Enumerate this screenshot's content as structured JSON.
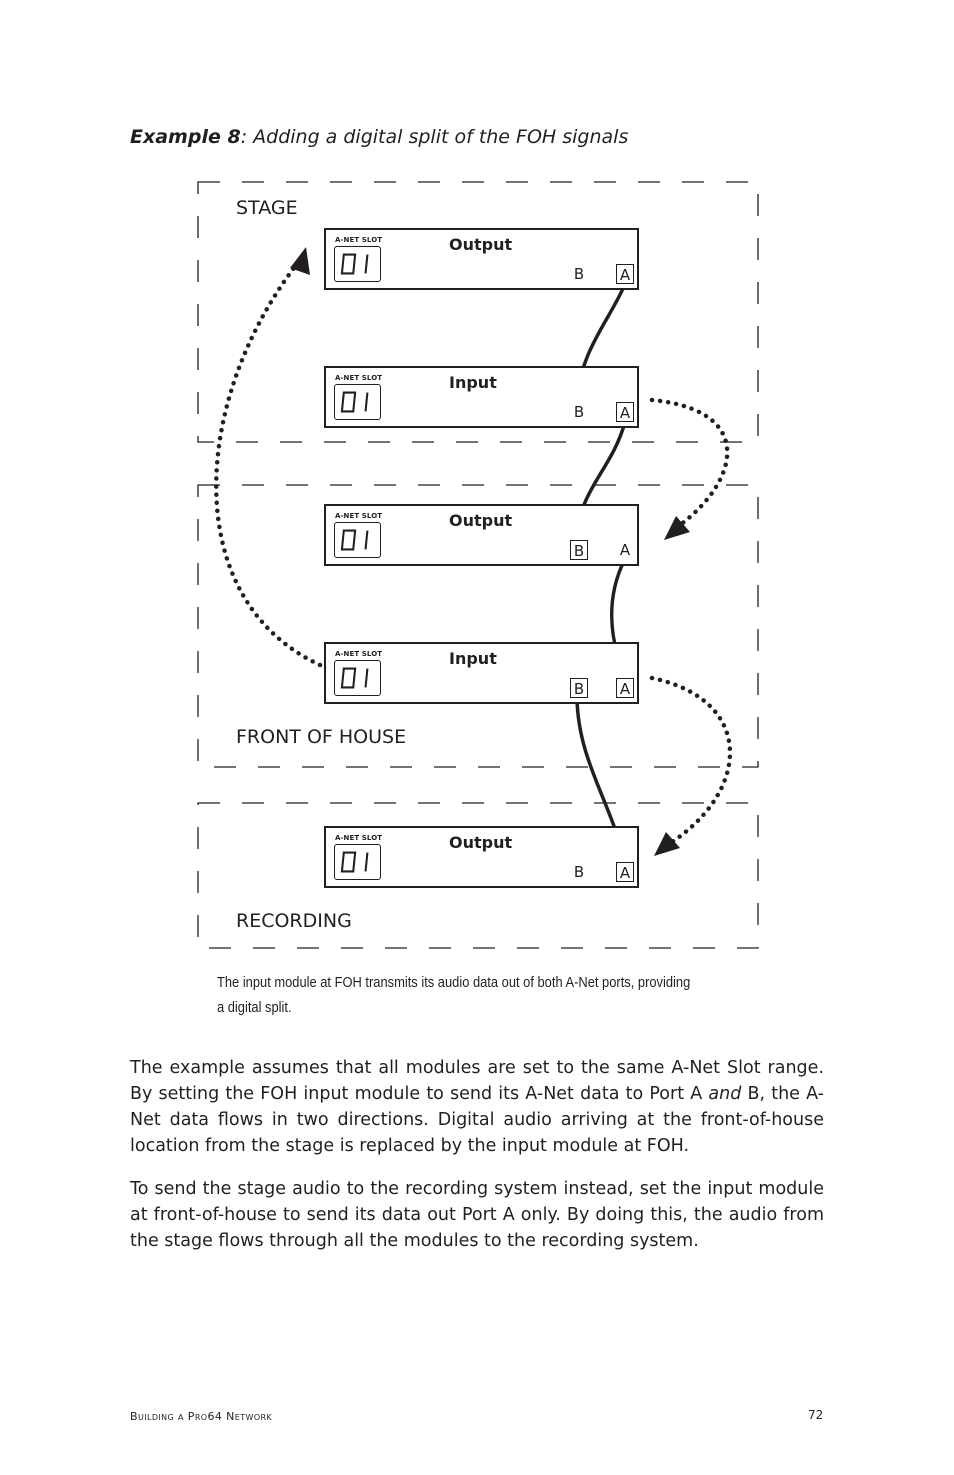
{
  "caption": {
    "label": "Example 8",
    "text": ":  Adding a digital split of the FOH signals"
  },
  "zones": {
    "stage": "STAGE",
    "foh": "FRONT OF HOUSE",
    "recording": "RECORDING"
  },
  "modules": [
    {
      "slot_label": "A-NET SLOT",
      "title": "Output",
      "port_b": "B",
      "port_a": "A"
    },
    {
      "slot_label": "A-NET SLOT",
      "title": "Input",
      "port_b": "B",
      "port_a": "A"
    },
    {
      "slot_label": "A-NET SLOT",
      "title": "Output",
      "port_b": "B",
      "port_a": "A"
    },
    {
      "slot_label": "A-NET SLOT",
      "title": "Input",
      "port_b": "B",
      "port_a": "A"
    },
    {
      "slot_label": "A-NET SLOT",
      "title": "Output",
      "port_b": "B",
      "port_a": "A"
    }
  ],
  "figure_caption": "The input module at FOH transmits its audio data out of both A-Net ports, providing a digital split.",
  "paragraphs": {
    "p1_a": "The example assumes that all modules are set to the same A-Net Slot range. By setting the FOH input module to send its A-Net data to Port A ",
    "p1_em": "and",
    "p1_b": " B, the A-Net data flows in two directions. Digital audio arriving at the front-of-house location from the stage is replaced by the input module at FOH.",
    "p2": "To send the stage audio to the recording system instead, set the input module at front-of-house to send its data out Port A only. By doing this, the audio from the stage flows through all the modules to the recording system."
  },
  "footer": {
    "left": "Building a Pro64 Network",
    "page_number": "72"
  }
}
